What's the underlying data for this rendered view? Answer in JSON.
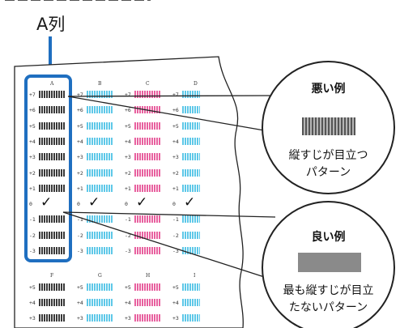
{
  "column_label": "A列",
  "grid": {
    "columns_top": [
      "A",
      "B",
      "C",
      "D"
    ],
    "columns_bottom": [
      "F",
      "G",
      "H",
      "I"
    ],
    "rows": [
      "+7",
      "+6",
      "+5",
      "+4",
      "+3",
      "+2",
      "+1",
      "0",
      "-1",
      "-2",
      "-3"
    ],
    "rows_bottom": [
      "+5",
      "+4",
      "+3"
    ],
    "check_symbol": "✓"
  },
  "bad_example": {
    "title": "悪い例",
    "caption_line1": "縦すじが目立つ",
    "caption_line2": "パターン"
  },
  "good_example": {
    "title": "良い例",
    "caption_line1": "最も縦すじが目立",
    "caption_line2": "たないパターン"
  },
  "colors": {
    "highlight_blue": "#1f6fc0",
    "cyan_pattern": "#5ec8e8",
    "magenta_pattern": "#e8619f",
    "black_pattern": "#3a3a3a"
  }
}
